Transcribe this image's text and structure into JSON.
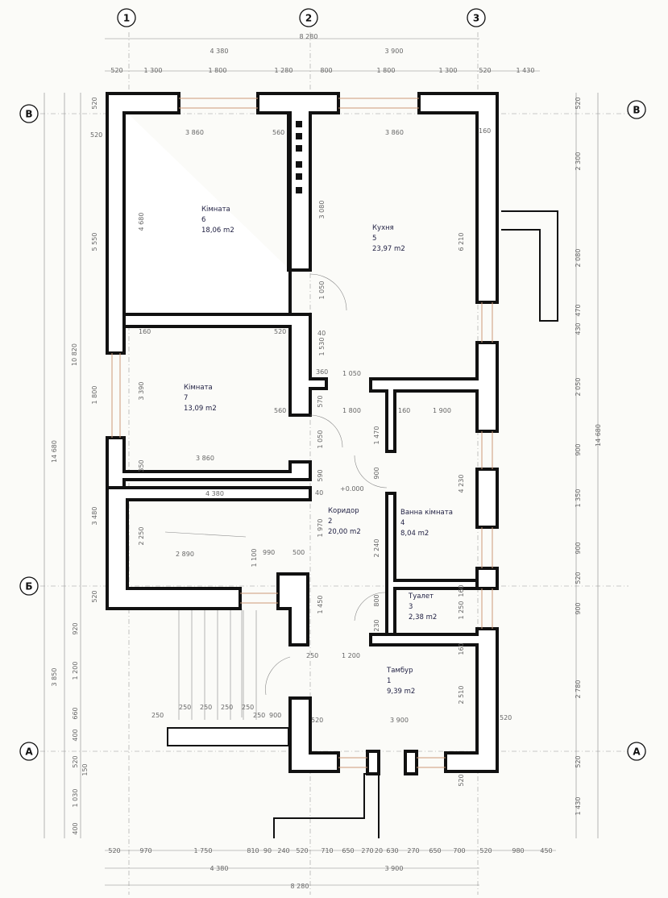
{
  "rooms": [
    {
      "name": "Тамбур",
      "num": "1",
      "area": "9,39 m2"
    },
    {
      "name": "Коридор",
      "num": "2",
      "area": "20,00 m2"
    },
    {
      "name": "Туалет",
      "num": "3",
      "area": "2,38 m2"
    },
    {
      "name": "Ванна кімната",
      "num": "4",
      "area": "8,04 m2"
    },
    {
      "name": "Кухня",
      "num": "5",
      "area": "23,97 m2"
    },
    {
      "name": "Кімната",
      "num": "6",
      "area": "18,06 m2"
    },
    {
      "name": "Кімната",
      "num": "7",
      "area": "13,09 m2"
    }
  ],
  "axes": {
    "vertical": [
      "1",
      "2",
      "3"
    ],
    "horizontal": [
      "В",
      "Б",
      "А"
    ]
  },
  "level": "+0.000",
  "top_dims": {
    "overall": "8 280",
    "row1": [
      "4 380",
      "3 900"
    ],
    "row2": [
      "520",
      "1 300",
      "1 800",
      "1 280",
      "800",
      "1 800",
      "1 300",
      "520",
      "1 430"
    ]
  },
  "bottom_dims": {
    "row1": [
      "520",
      "970",
      "1 750",
      "810",
      "90",
      "240",
      "520",
      "710",
      "650",
      "270",
      "20",
      "630",
      "270",
      "650",
      "700",
      "520",
      "980",
      "450"
    ],
    "row2": [
      "4 380",
      "3 900"
    ],
    "overall": "8 280"
  },
  "left_dims": {
    "overall": "14 680",
    "part1": "10 820",
    "part2": "3 850",
    "segments": [
      "520",
      "5 550",
      "1 800",
      "3 480",
      "520",
      "920",
      "1 200",
      "660",
      "400",
      "520",
      "150",
      "1 030",
      "400"
    ]
  },
  "right_dims": {
    "overall": "14 680",
    "segments": [
      "520",
      "2 300",
      "2 080",
      "430",
      "470",
      "2 050",
      "900",
      "1 350",
      "900",
      "520",
      "900",
      "2 780",
      "520",
      "1 430"
    ]
  },
  "interior_dims": [
    "3 860",
    "560",
    "3 860",
    "520",
    "160",
    "4 680",
    "3 080",
    "6 210",
    "1 050",
    "5 550",
    "160",
    "520",
    "1 530",
    "40",
    "360",
    "1 050",
    "3 390",
    "560",
    "570",
    "1 800",
    "1 470",
    "160",
    "1 900",
    "1 050",
    "3 860",
    "350",
    "590",
    "40",
    "4 380",
    "900",
    "4 230",
    "2 250",
    "2 890",
    "1 970",
    "1 100",
    "990",
    "500",
    "2 240",
    "1 450",
    "800",
    "160",
    "230",
    "1 250",
    "160",
    "250",
    "1 200",
    "2 510",
    "250",
    "250",
    "250",
    "250",
    "250",
    "250",
    "900",
    "520",
    "3 900",
    "520",
    "520"
  ]
}
